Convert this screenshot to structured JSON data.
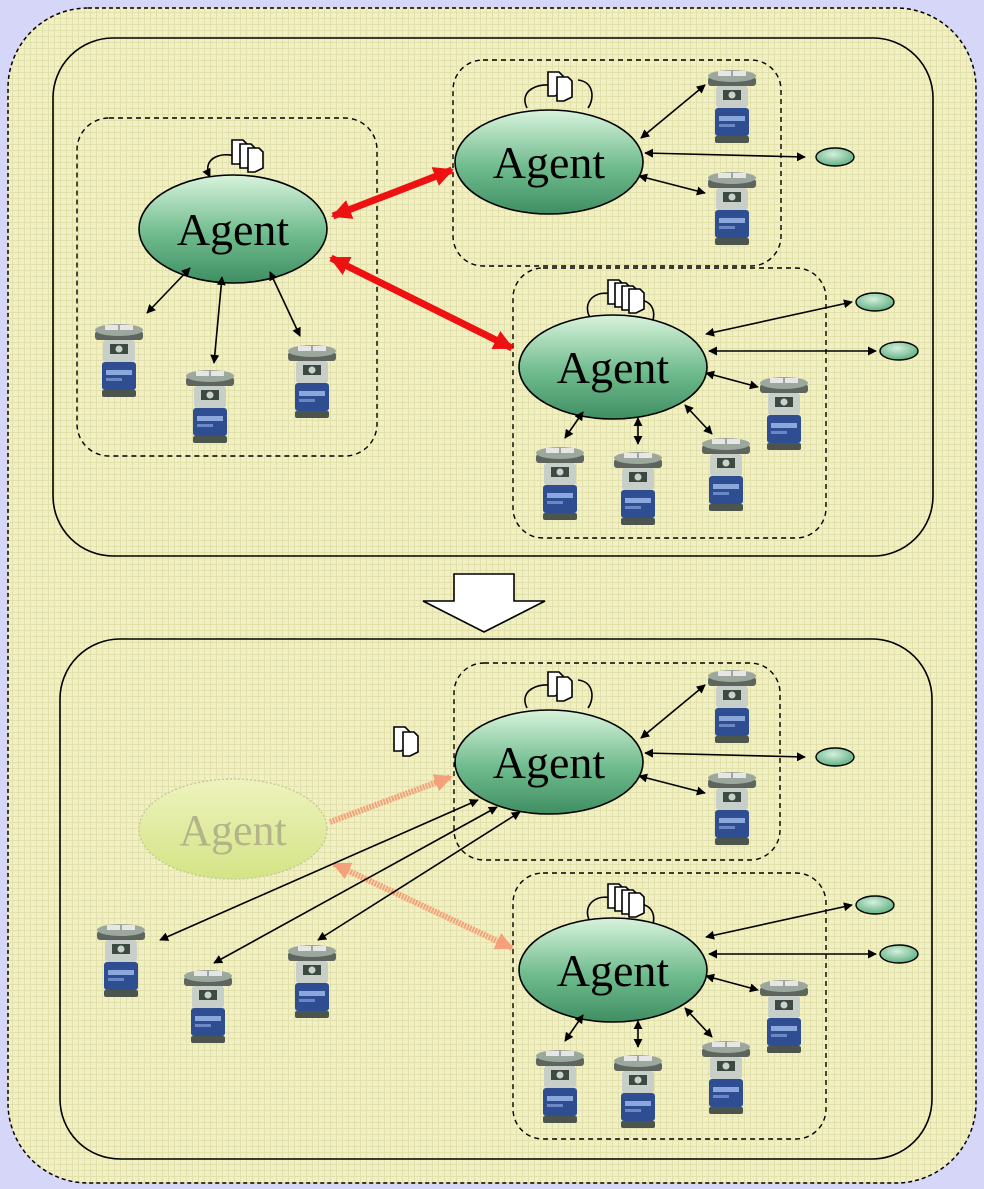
{
  "agent_label": "Agent",
  "colors": {
    "page_background": "#d6d6f8",
    "canvas_fill": "#f1f0c4",
    "agent_fill_light": "#d8f3dc",
    "agent_fill_dark": "#3f8f63",
    "ghost_agent_fill": "#e2ec9a",
    "ghost_agent_text": "#b4b48a",
    "inter_agent_link": "#ee1111",
    "migration_link": "#f4a07a",
    "resource_fill": "#8ccfa4"
  },
  "icons": {
    "robot": "mobile-robot-icon",
    "documents": "document-stack-icon",
    "resource": "resource-ellipse-icon",
    "transition": "down-arrow-icon"
  },
  "panels": [
    {
      "name": "before-panel",
      "agents": [
        {
          "name": "agent-left",
          "label": "Agent",
          "robots": 3,
          "resources": 0
        },
        {
          "name": "agent-top-right",
          "label": "Agent",
          "robots": 2,
          "resources": 1
        },
        {
          "name": "agent-bottom-right",
          "label": "Agent",
          "robots": 4,
          "resources": 2
        }
      ]
    },
    {
      "name": "after-panel",
      "agents": [
        {
          "name": "agent-ghost",
          "label": "Agent",
          "robots": 0,
          "resources": 0
        },
        {
          "name": "agent-top-right",
          "label": "Agent",
          "robots": 5,
          "resources": 1
        },
        {
          "name": "agent-bottom-right",
          "label": "Agent",
          "robots": 4,
          "resources": 2
        }
      ]
    }
  ]
}
